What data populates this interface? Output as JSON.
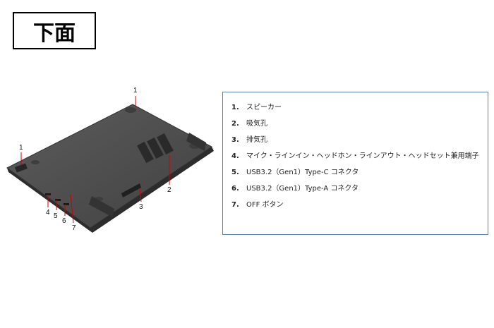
{
  "title": "下面",
  "callouts": {
    "c1_top": "1",
    "c1_left": "1",
    "c2": "2",
    "c3": "3",
    "c4": "4",
    "c5": "5",
    "c6": "6",
    "c7": "7"
  },
  "legend": [
    {
      "num": "1.",
      "text": "スピーカー"
    },
    {
      "num": "2.",
      "text": "吸気孔"
    },
    {
      "num": "3.",
      "text": "排気孔"
    },
    {
      "num": "4.",
      "text": "マイク・ラインイン・ヘッドホン・ラインアウト・ヘッドセット兼用端子"
    },
    {
      "num": "5.",
      "text": "USB3.2（Gen1）Type-C コネクタ"
    },
    {
      "num": "6.",
      "text": "USB3.2（Gen1）Type-A コネクタ"
    },
    {
      "num": "7.",
      "text": "OFF ボタン"
    }
  ],
  "colors": {
    "laptop_body": "#4f4f4f",
    "leader_line": "#d00000",
    "legend_border": "#5b7fa8"
  }
}
